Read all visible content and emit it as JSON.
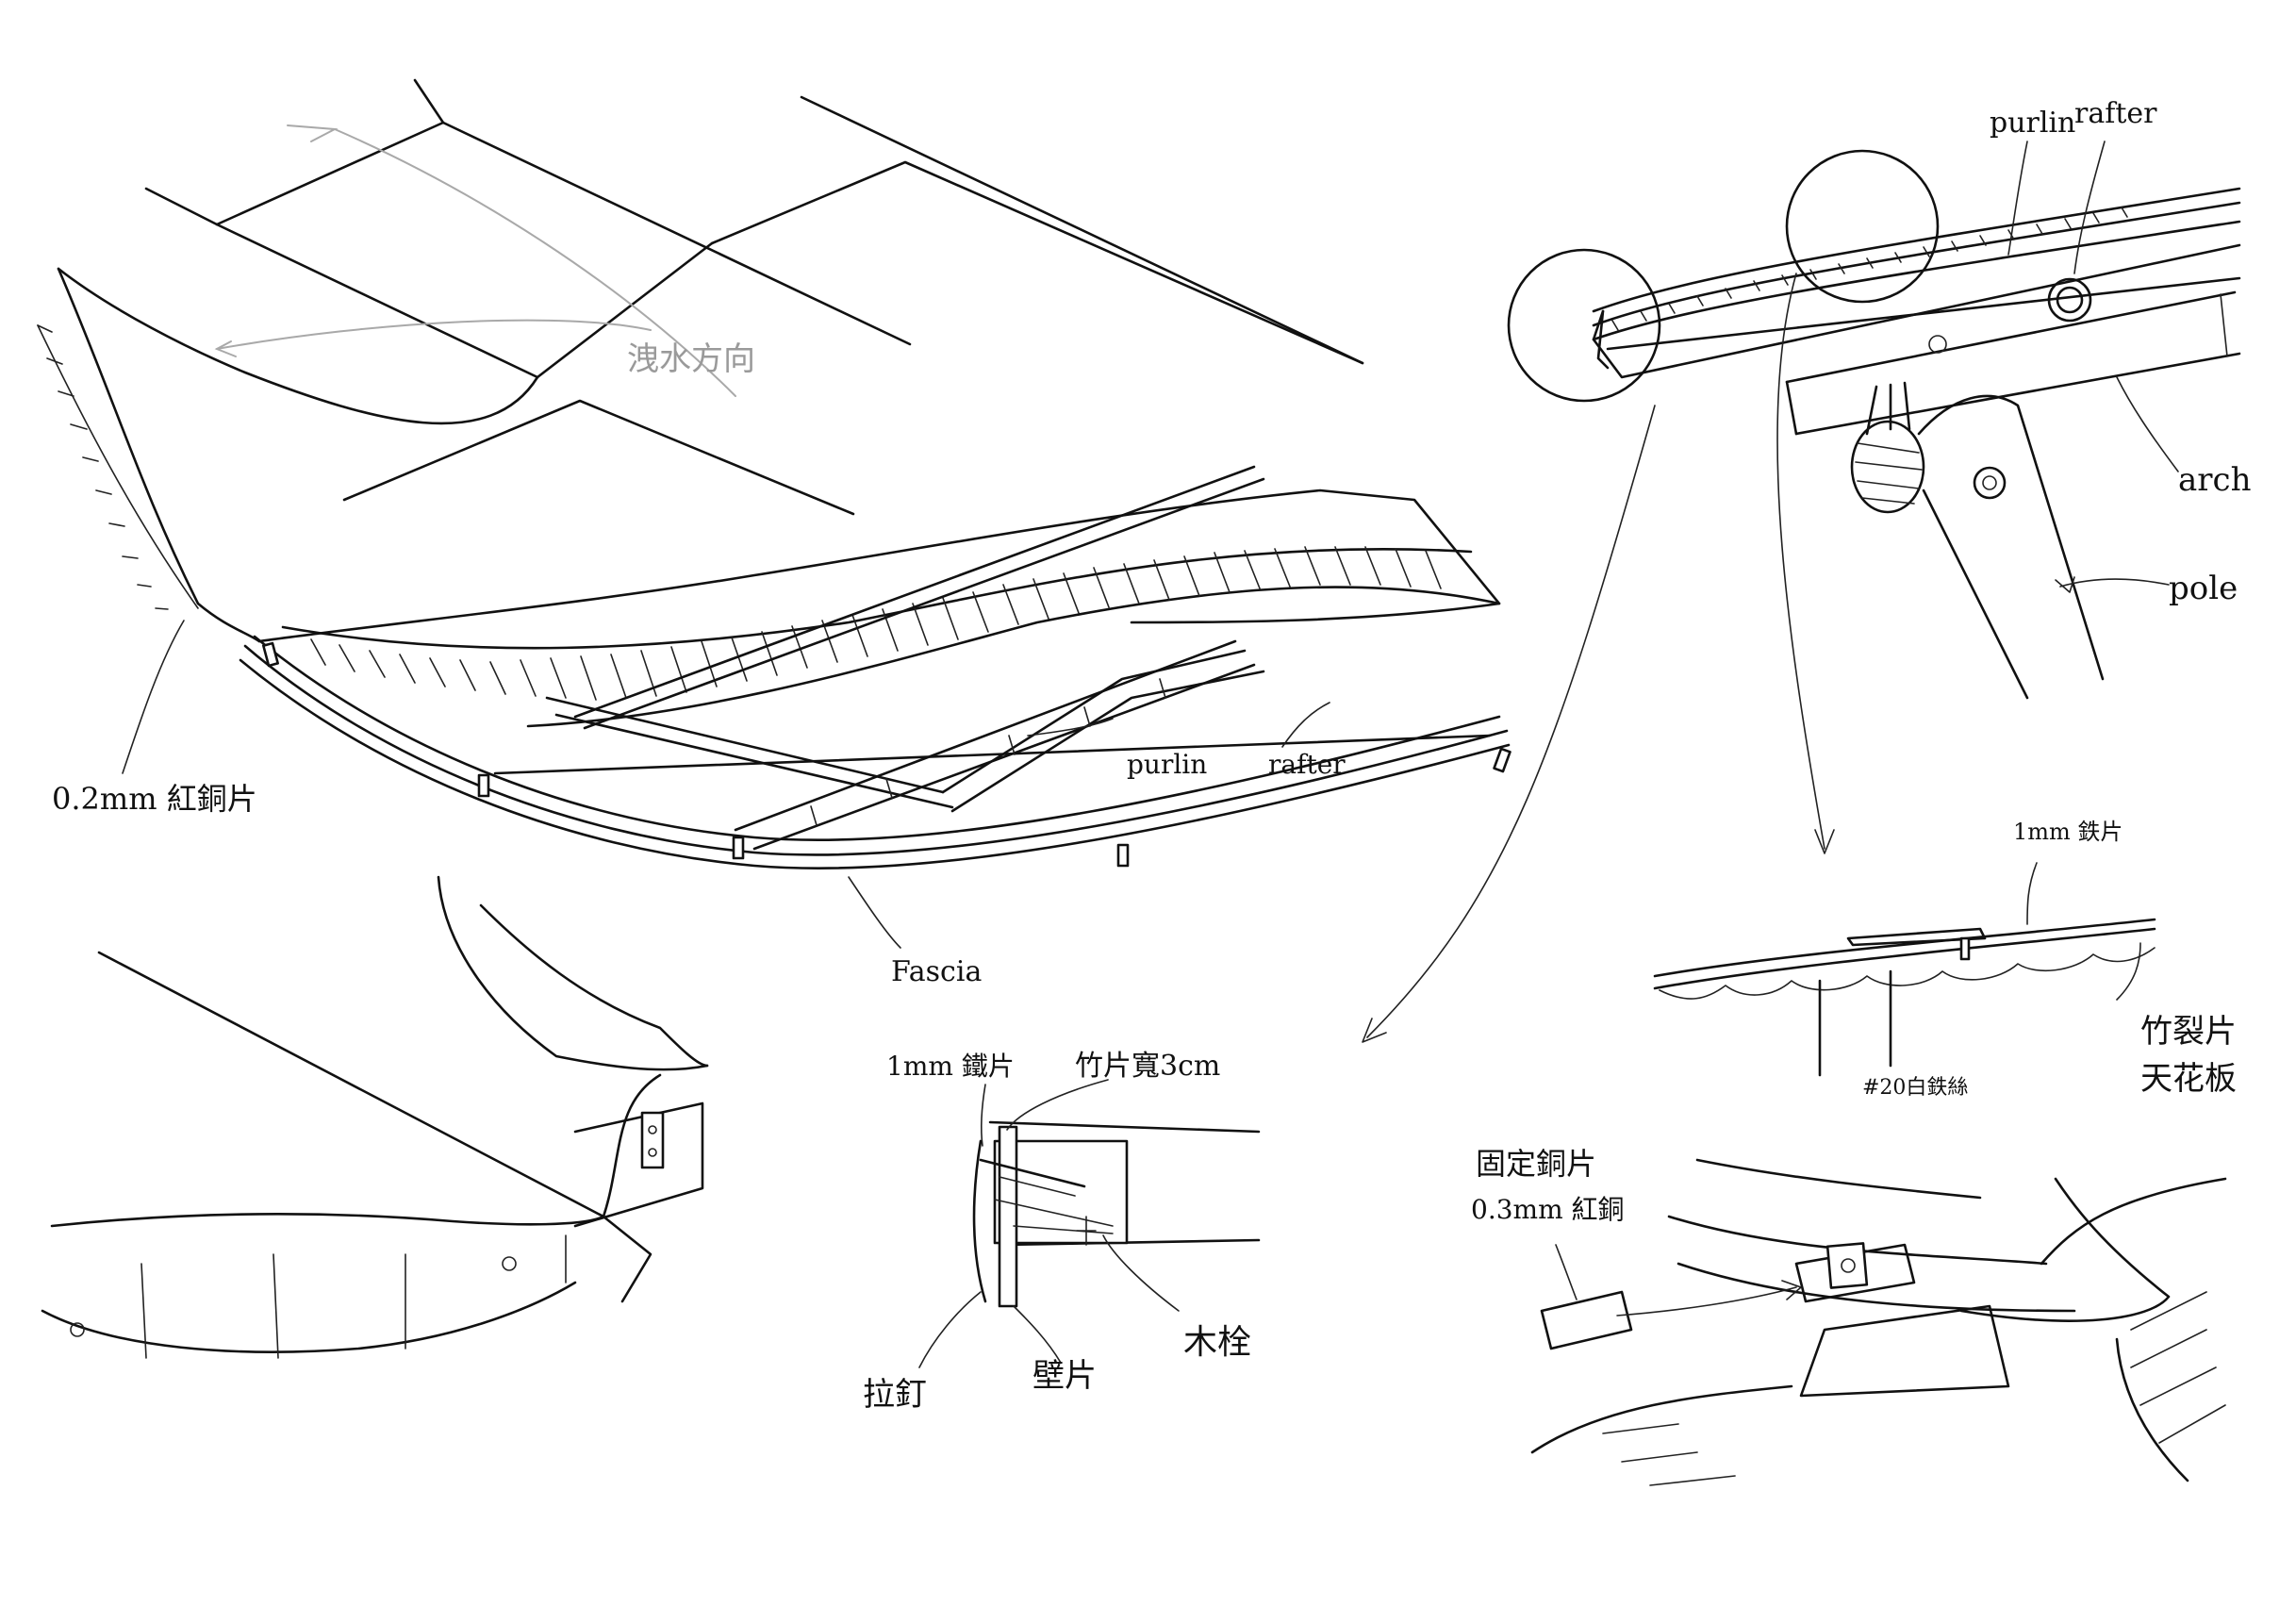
{
  "sketch": {
    "flow_direction": "洩水方向",
    "copper_sheet_02": "0.2mm 紅銅片",
    "purlin_main": "purlin",
    "rafter_main": "rafter",
    "fascia": "Fascia",
    "purlin_top": "purlin",
    "rafter_top": "rafter",
    "arch": "arch",
    "pole": "pole",
    "iron_sheet_right": "1mm 鉄片",
    "bamboo_split": "竹裂片",
    "ceiling_board": "天花板",
    "white_iron_wire": "#20白鉄絲",
    "iron_sheet_center": "1mm 鐵片",
    "bamboo_strip_width": "竹片寬3cm",
    "wooden_plug": "木栓",
    "rivet": "拉釘",
    "wall_piece": "壁片",
    "fix_copper_sheet": "固定銅片",
    "red_copper_03": "0.3mm 紅銅"
  }
}
